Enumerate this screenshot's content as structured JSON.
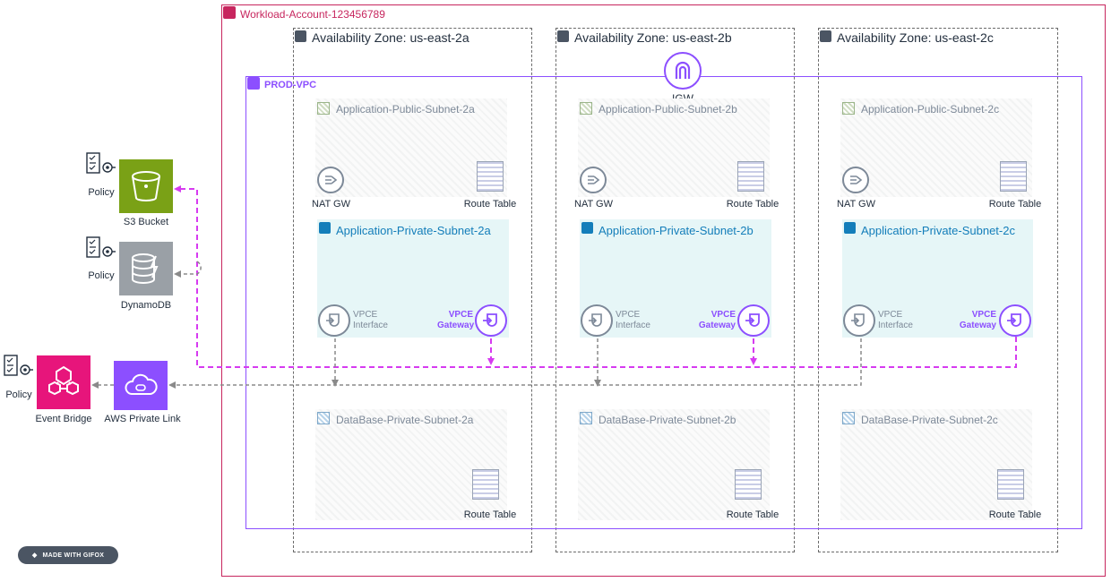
{
  "account": {
    "title": "Workload-Account-123456789"
  },
  "vpc": {
    "title": "PROD-VPC"
  },
  "igw": {
    "label": "IGW"
  },
  "zones": [
    {
      "title": "Availability Zone: us-east-2a",
      "public_subnet": "Application-Public-Subnet-2a",
      "private_subnet": "Application-Private-Subnet-2a",
      "db_subnet": "DataBase-Private-Subnet-2a"
    },
    {
      "title": "Availability Zone: us-east-2b",
      "public_subnet": "Application-Public-Subnet-2b",
      "private_subnet": "Application-Private-Subnet-2b",
      "db_subnet": "DataBase-Private-Subnet-2b"
    },
    {
      "title": "Availability Zone: us-east-2c",
      "public_subnet": "Application-Public-Subnet-2c",
      "private_subnet": "Application-Private-Subnet-2c",
      "db_subnet": "DataBase-Private-Subnet-2c"
    }
  ],
  "labels": {
    "nat_gw": "NAT GW",
    "route_table": "Route Table",
    "vpce_interface_line1": "VPCE",
    "vpce_interface_line2": "Interface",
    "vpce_gateway_line1": "VPCE",
    "vpce_gateway_line2": "Gateway",
    "policy": "Policy"
  },
  "services": {
    "s3": "S3 Bucket",
    "dynamodb": "DynamoDB",
    "eventbridge": "Event Bridge",
    "privatelink": "AWS Private Link"
  },
  "watermark": {
    "text": "MADE WITH GIFOX"
  },
  "colors": {
    "account_border": "#c7265e",
    "vpc_border": "#8c4fff",
    "private_subnet_fill": "#e6f6f7",
    "private_subnet_title": "#147eba",
    "gateway_path": "#d63bf0",
    "interface_path": "#8a8a8a",
    "s3_fill": "#7aa116",
    "dynamodb_fill": "#c925d1",
    "eventbridge_fill": "#e7157b",
    "privatelink_fill": "#8c4fff"
  },
  "icons": {
    "account": "account-icon",
    "zone": "availability-zone-icon",
    "vpc": "vpc-icon",
    "igw": "internet-gateway-icon",
    "nat": "nat-gateway-icon",
    "route_table": "route-table-icon",
    "vpce_interface": "vpc-endpoint-interface-icon",
    "vpce_gateway": "vpc-endpoint-gateway-icon",
    "policy": "policy-icon",
    "s3": "s3-bucket-icon",
    "dynamodb": "dynamodb-icon",
    "eventbridge": "eventbridge-icon",
    "privatelink": "privatelink-icon"
  }
}
